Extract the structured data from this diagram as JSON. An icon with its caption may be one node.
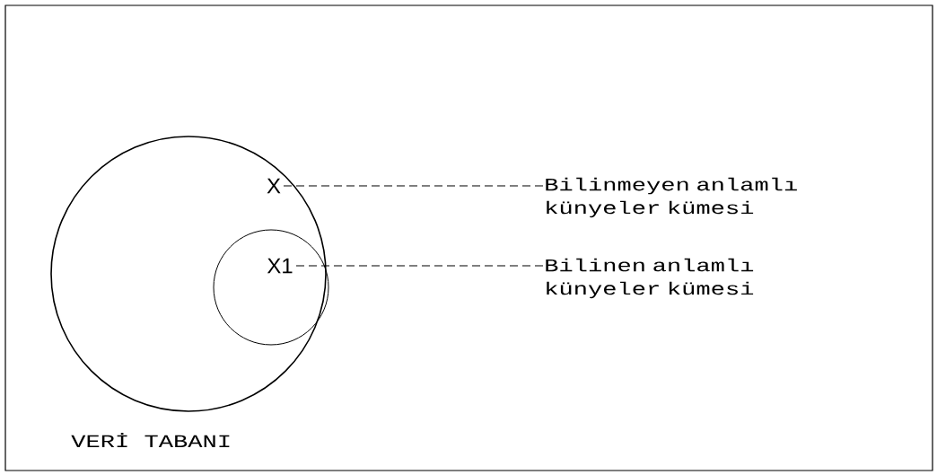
{
  "diagram": {
    "nodes": [
      {
        "text": [
          "X"
        ]
      },
      {
        "text": [
          "X1"
        ],
        "in": 0
      },
      {
        "text": [
          "Bilinmeyen anlamlı künyeler kümesi"
        ]
      },
      {
        "text": [
          "Bilinen anlamlı künyeler kümesi"
        ]
      }
    ],
    "edges": [
      {
        "from": 2,
        "to": 0,
        "arrow": "none",
        "style": "dashed"
      },
      {
        "from": 3,
        "to": 1,
        "arrow": "none",
        "style": "dashed"
      }
    ],
    "labels": [
      "VERİ TABANI"
    ]
  }
}
